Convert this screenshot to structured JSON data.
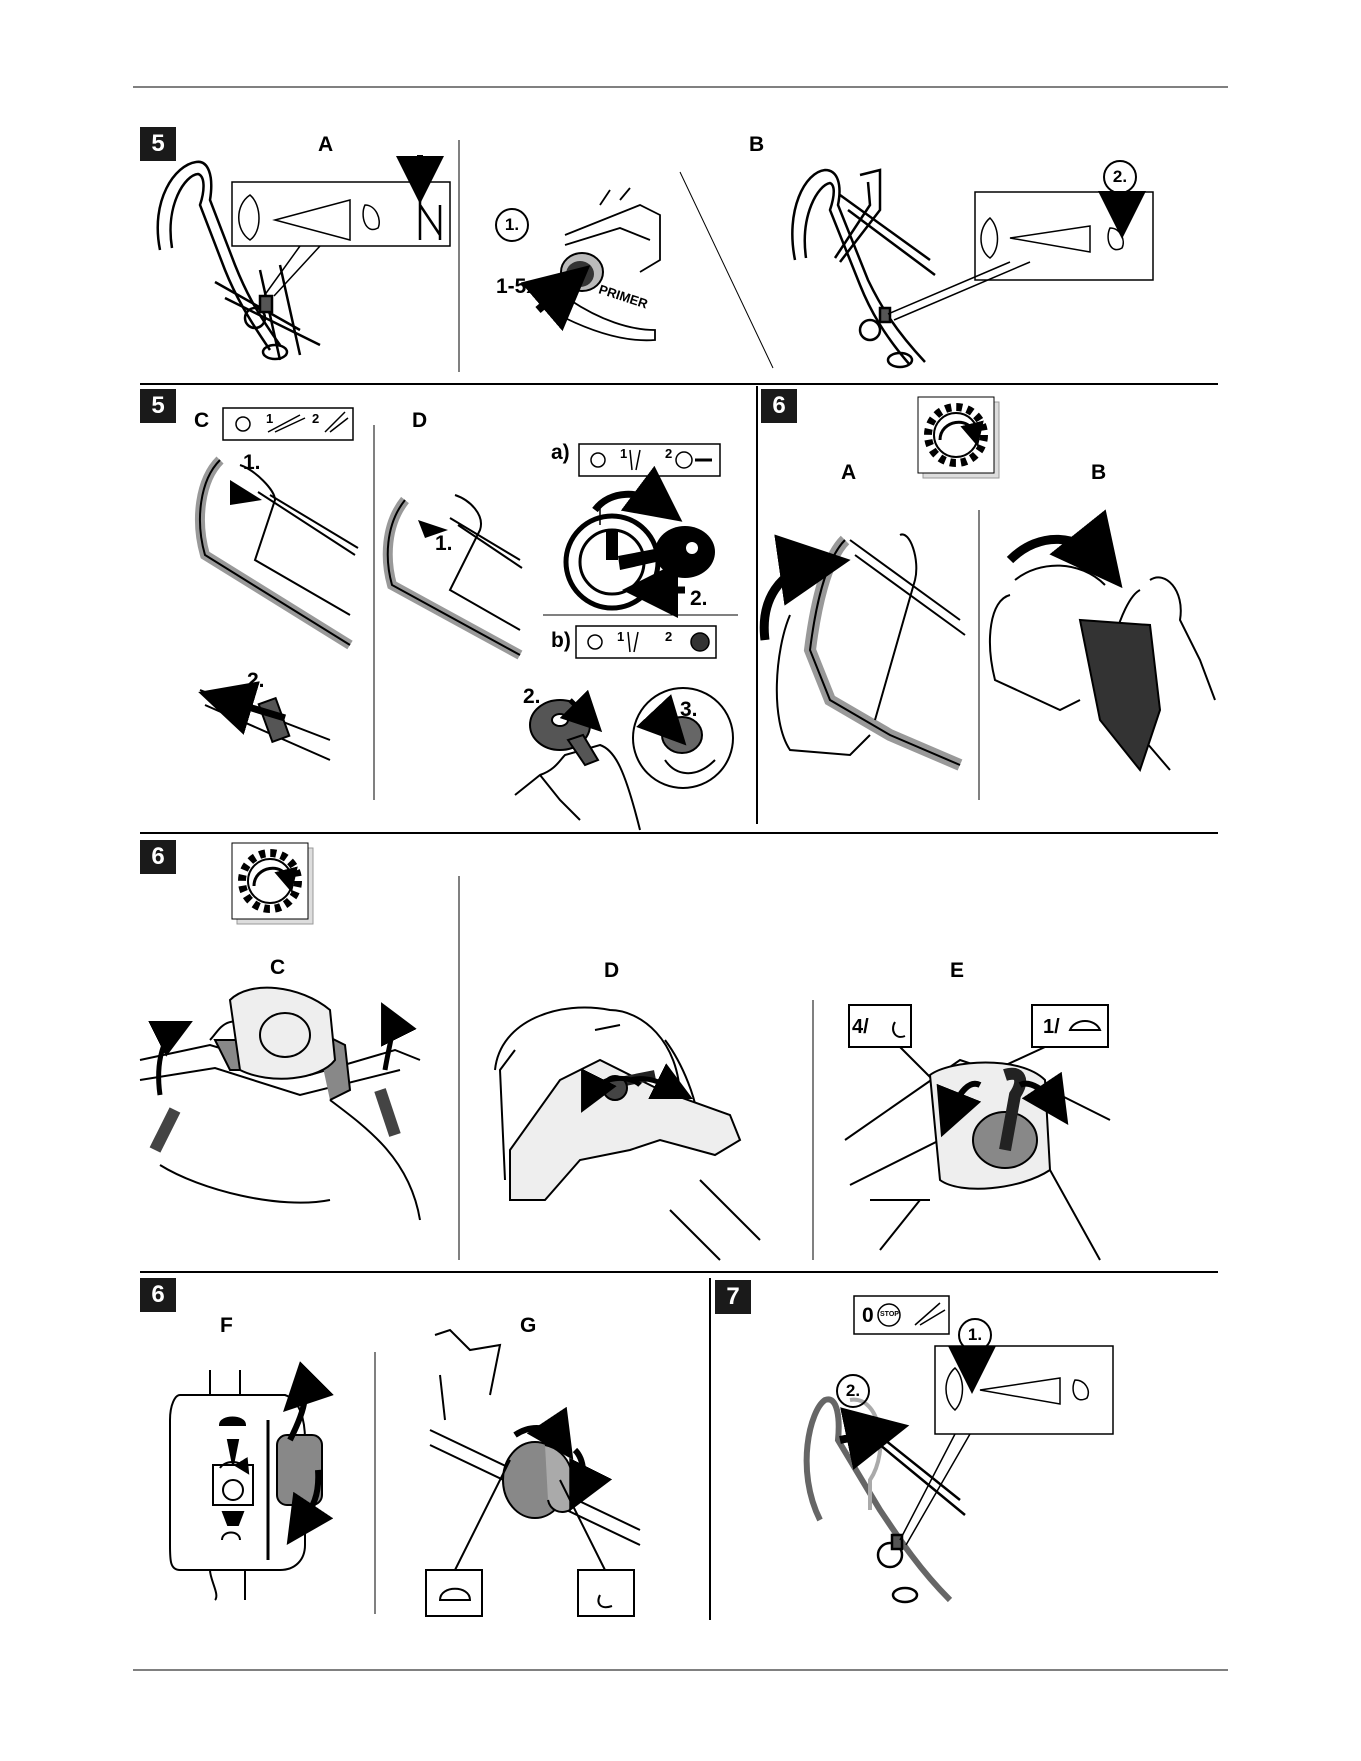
{
  "sections": [
    {
      "step": "5",
      "panels": [
        {
          "label": "A"
        },
        {
          "callout": "1.",
          "text": "1-5x",
          "button_label": "PRIMER"
        },
        {
          "label": "B",
          "callout": "2."
        }
      ]
    },
    {
      "step": "5",
      "panels": [
        {
          "label": "C",
          "callouts": [
            "1.",
            "2."
          ],
          "symbol_numbers": [
            "1",
            "2"
          ]
        },
        {
          "label": "D",
          "callouts": [
            "1."
          ],
          "variants": [
            {
              "label": "a)",
              "symbol_numbers": [
                "1",
                "2"
              ],
              "callouts": [
                "3.",
                "2."
              ]
            },
            {
              "label": "b)",
              "symbol_numbers": [
                "1",
                "2"
              ],
              "callouts": [
                "2.",
                "3."
              ]
            }
          ]
        }
      ]
    },
    {
      "step": "6",
      "panels": [
        {
          "label": "A"
        },
        {
          "label": "B"
        }
      ]
    },
    {
      "step": "6",
      "panels": [
        {
          "label": "C"
        },
        {
          "label": "D"
        },
        {
          "label": "E",
          "tags": [
            "4/",
            "1/"
          ]
        }
      ]
    },
    {
      "step": "6",
      "panels": [
        {
          "label": "F"
        },
        {
          "label": "G"
        }
      ]
    },
    {
      "step": "7",
      "symbol_text": "0",
      "stop_text": "STOP",
      "callouts": [
        "1.",
        "2."
      ]
    }
  ],
  "icons": [
    "mower-handle-icon",
    "primer-button-icon",
    "hand-lever-icon",
    "key-icon",
    "gear-rotate-icon",
    "turtle-icon",
    "hare-icon",
    "arrow-icon"
  ]
}
